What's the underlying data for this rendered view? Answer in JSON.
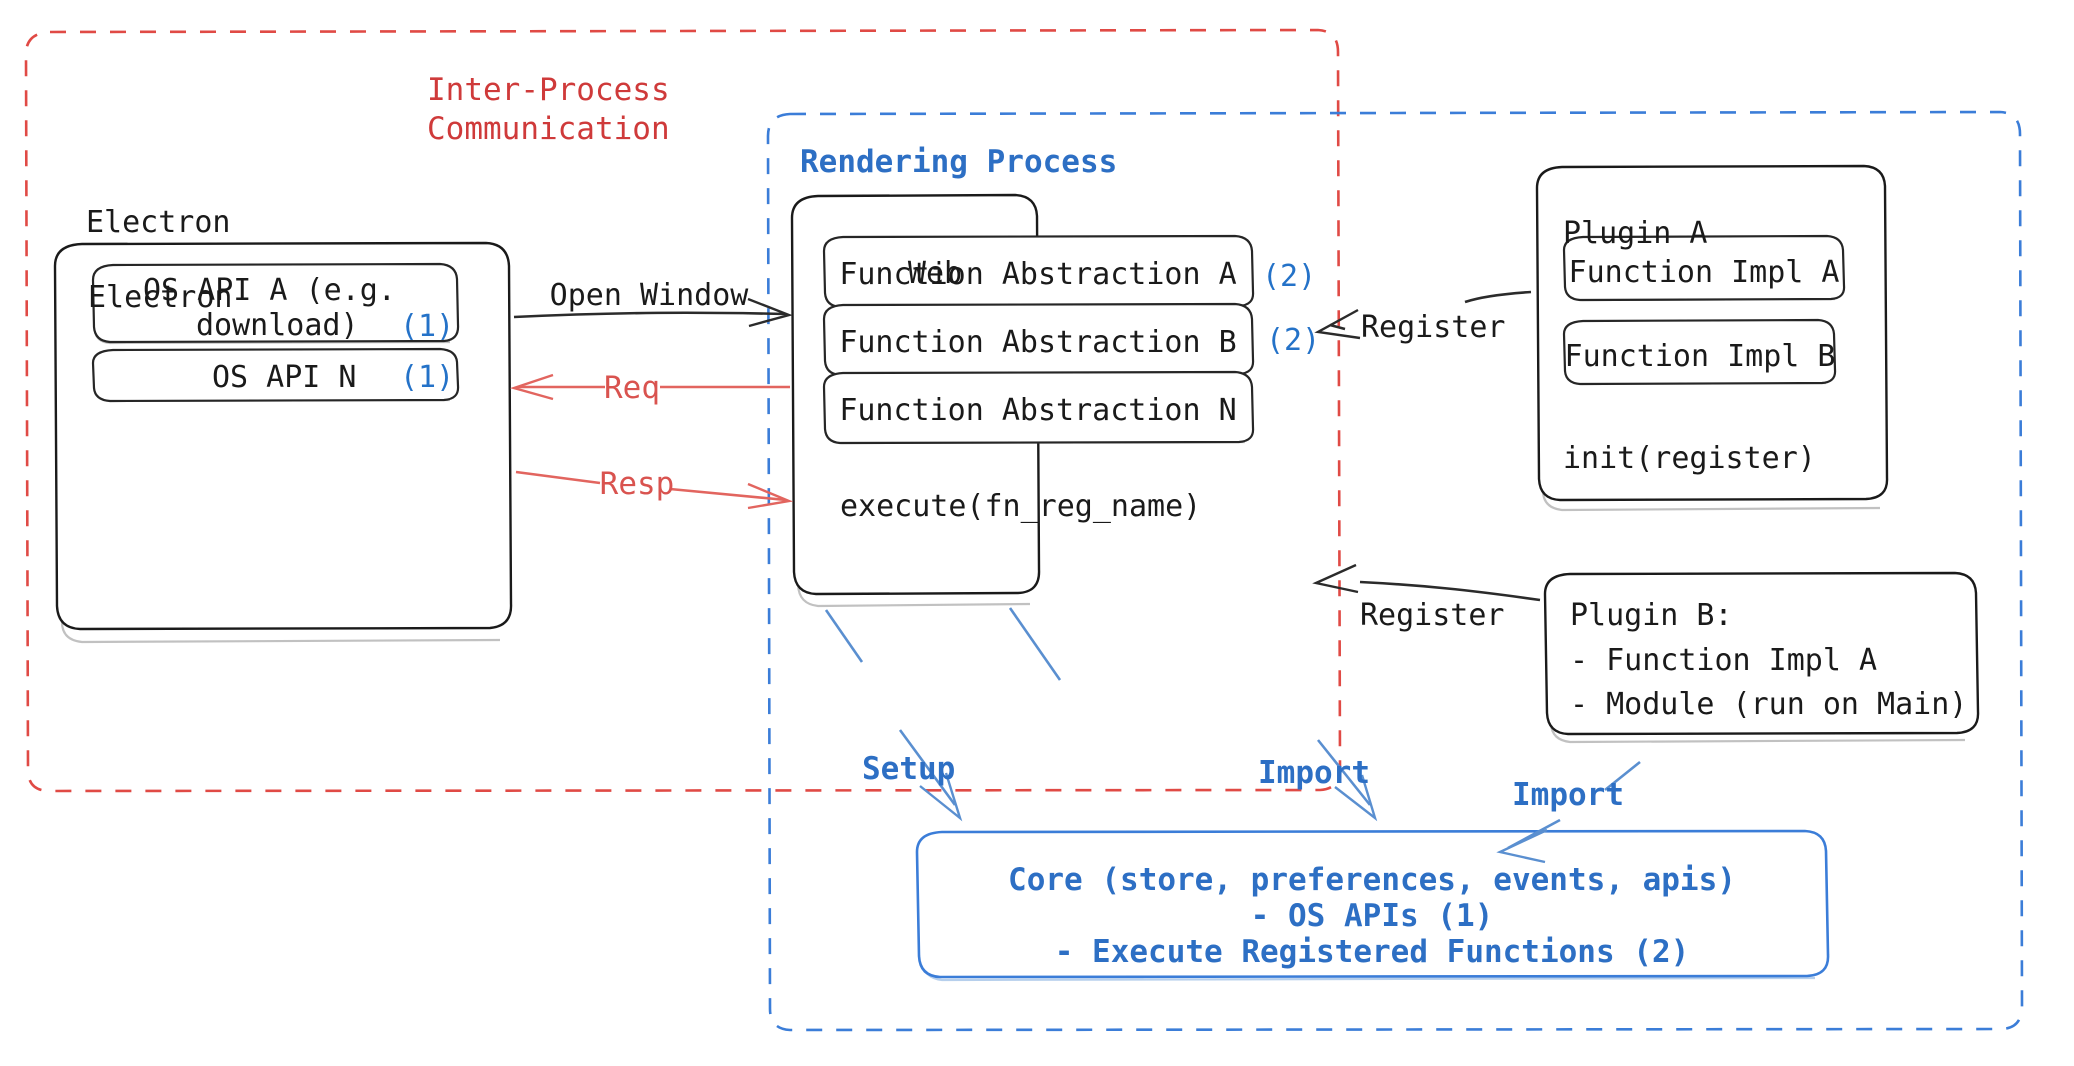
{
  "diagram": {
    "title_ipc": "Inter-Process\nCommunication",
    "ipc_line1": "Inter-Process",
    "ipc_line2": "Communication",
    "rendering_process_label": "Rendering Process",
    "electron": {
      "title": "Electron",
      "api_a_line1": "OS API A (e.g.",
      "api_a_line2": "download)",
      "api_a_mark": "(1)",
      "api_n_label": "OS API N",
      "api_n_mark": "(1)"
    },
    "web": {
      "title": "Web",
      "abstractions": [
        {
          "label": "Function Abstraction A",
          "mark": "(2)"
        },
        {
          "label": "Function Abstraction B",
          "mark": "(2)"
        },
        {
          "label": "Function Abstraction N",
          "mark": ""
        }
      ],
      "execute": "execute(fn_reg_name)"
    },
    "plugin_a": {
      "title": "Plugin A",
      "impl_a": "Function Impl A",
      "impl_b": "Function Impl B",
      "init": "init(register)"
    },
    "plugin_b": {
      "title": "Plugin B:",
      "line_a": "- Function Impl A",
      "line_b": "- Module (run on Main)"
    },
    "core": {
      "line1": "Core (store, preferences, events, apis)",
      "line2": "- OS APIs (1)",
      "line3": "- Execute Registered Functions (2)"
    },
    "edges": {
      "open_window": "Open Window",
      "req": "Req",
      "resp": "Resp",
      "register_top": "Register",
      "register_bottom": "Register",
      "setup": "Setup",
      "import_left": "Import",
      "import_right": "Import"
    },
    "colors": {
      "ipc_red": "#cf3a3a",
      "process_blue": "#2d6fc4",
      "node_black": "#1a1a1a",
      "core_blue": "#3b7dd8",
      "mark_blue": "#2472c8"
    }
  }
}
